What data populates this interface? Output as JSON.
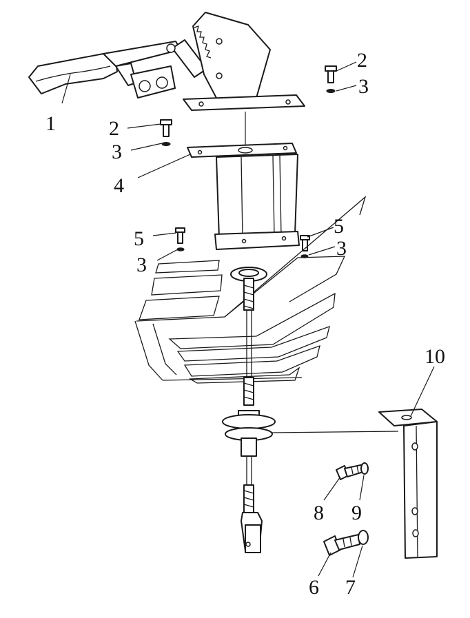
{
  "callouts": {
    "c1": "1",
    "c2a": "2",
    "c3a": "3",
    "c2b": "2",
    "c3b": "3",
    "c4": "4",
    "c5a": "5",
    "c3c": "3",
    "c5b": "5",
    "c3d": "3",
    "c10": "10",
    "c8": "8",
    "c9": "9",
    "c6": "6",
    "c7": "7"
  },
  "colors": {
    "line": "#1a1a1a",
    "background": "#ffffff"
  }
}
